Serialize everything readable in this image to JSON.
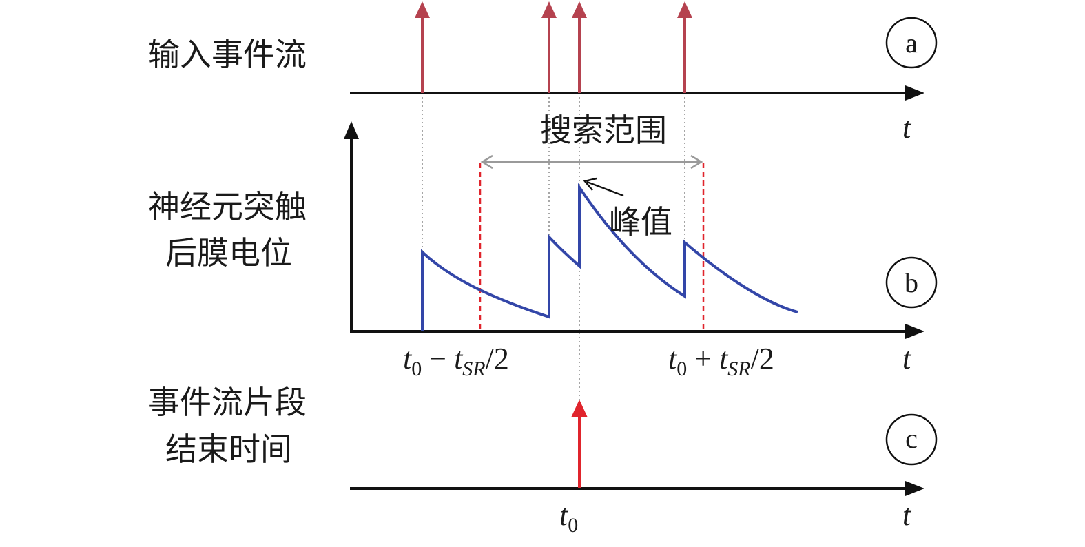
{
  "labels": {
    "row_a": "输入事件流",
    "row_b_line1": "神经元突触",
    "row_b_line2": "后膜电位",
    "row_c_line1": "事件流片段",
    "row_c_line2": "结束时间",
    "search_range": "搜索范围",
    "peak": "峰值"
  },
  "axis": {
    "time_symbol": "t"
  },
  "markers": {
    "a": "a",
    "b": "b",
    "c": "c"
  },
  "bounds": {
    "left": {
      "base": "t",
      "sub0": "0",
      "op": " − ",
      "t2": "t",
      "subSR": "SR",
      "tail": "/2"
    },
    "right": {
      "base": "t",
      "sub0": "0",
      "op": " + ",
      "t2": "t",
      "subSR": "SR",
      "tail": "/2"
    },
    "t0": {
      "base": "t",
      "sub": "0"
    }
  },
  "colors": {
    "axis": "#111111",
    "event_arrow": "#b5424f",
    "output_arrow": "#e0242c",
    "potential_curve": "#3346a8",
    "search_bound": "#e0242c",
    "range_arrow": "#9a9a9a",
    "guide": "#888888"
  }
}
